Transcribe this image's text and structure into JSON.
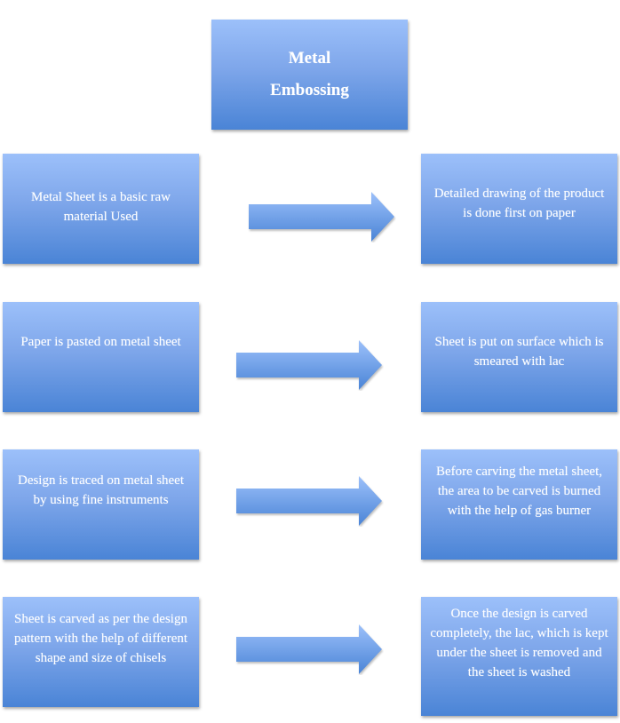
{
  "title": {
    "line1": "Metal",
    "line2": "Embossing"
  },
  "colors": {
    "box_top": "#9cc0fa",
    "box_bottom": "#4a84d6",
    "arrow_top": "#9cc0fa",
    "arrow_bottom": "#4a84d6",
    "text": "#ffffff"
  },
  "steps": [
    {
      "left": "Metal Sheet is a basic raw material Used",
      "right": "Detailed drawing of the product is done first on paper"
    },
    {
      "left": "Paper is pasted on metal sheet",
      "right": "Sheet is put on surface which is smeared with lac"
    },
    {
      "left": "Design is traced on metal sheet by using fine instruments",
      "right": "Before carving the metal sheet, the area to be carved is burned with the help of gas burner"
    },
    {
      "left": "Sheet is carved as per the design pattern with the help of different shape and size of chisels",
      "right": "Once the design is carved completely, the lac, which is kept under the sheet is removed and the sheet is washed"
    }
  ],
  "arrows": [
    {
      "icon": "right-arrow-icon"
    },
    {
      "icon": "right-arrow-icon"
    },
    {
      "icon": "right-arrow-icon"
    },
    {
      "icon": "right-arrow-icon"
    }
  ]
}
